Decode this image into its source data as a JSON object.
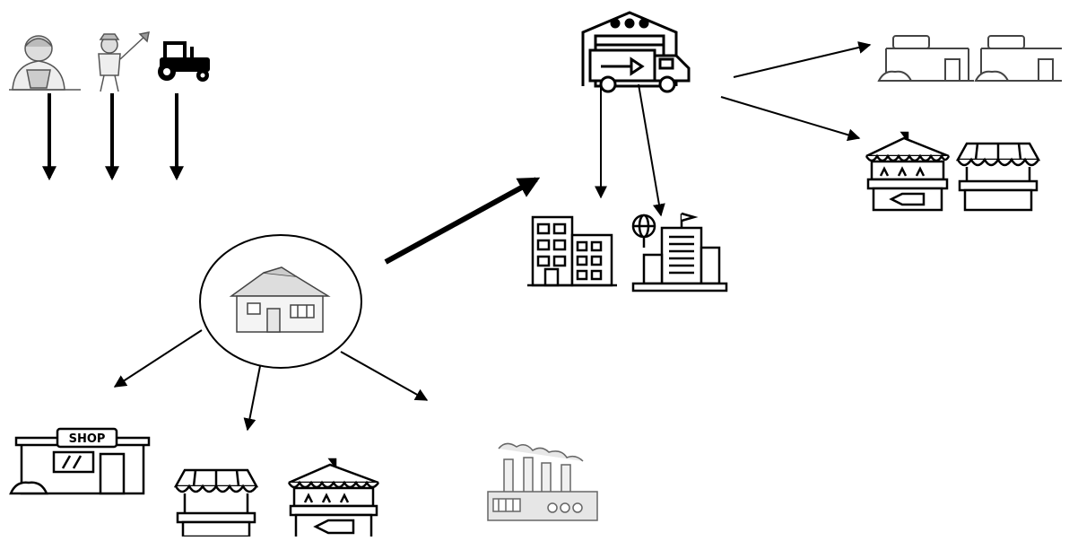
{
  "diagram": {
    "background": "#ffffff",
    "ink": "#000000",
    "shop_sign": "SHOP",
    "nodes": [
      {
        "id": "farmer-1",
        "icon": "farmer-icon"
      },
      {
        "id": "farmer-2",
        "icon": "farmer-with-tool-icon"
      },
      {
        "id": "tractor",
        "icon": "tractor-icon"
      },
      {
        "id": "house",
        "icon": "house-icon"
      },
      {
        "id": "warehouse-truck",
        "icon": "warehouse-truck-icon"
      },
      {
        "id": "office-buildings",
        "icon": "office-building-icon"
      },
      {
        "id": "corporate-building",
        "icon": "corporate-building-icon"
      },
      {
        "id": "market-stalls-right",
        "icon": "market-stall-icon"
      },
      {
        "id": "kiosks-right",
        "icon": "kiosk-icon"
      },
      {
        "id": "shop",
        "icon": "shop-icon"
      },
      {
        "id": "stalls-bottom",
        "icon": "market-stall-icon"
      },
      {
        "id": "factory",
        "icon": "factory-icon"
      }
    ]
  }
}
